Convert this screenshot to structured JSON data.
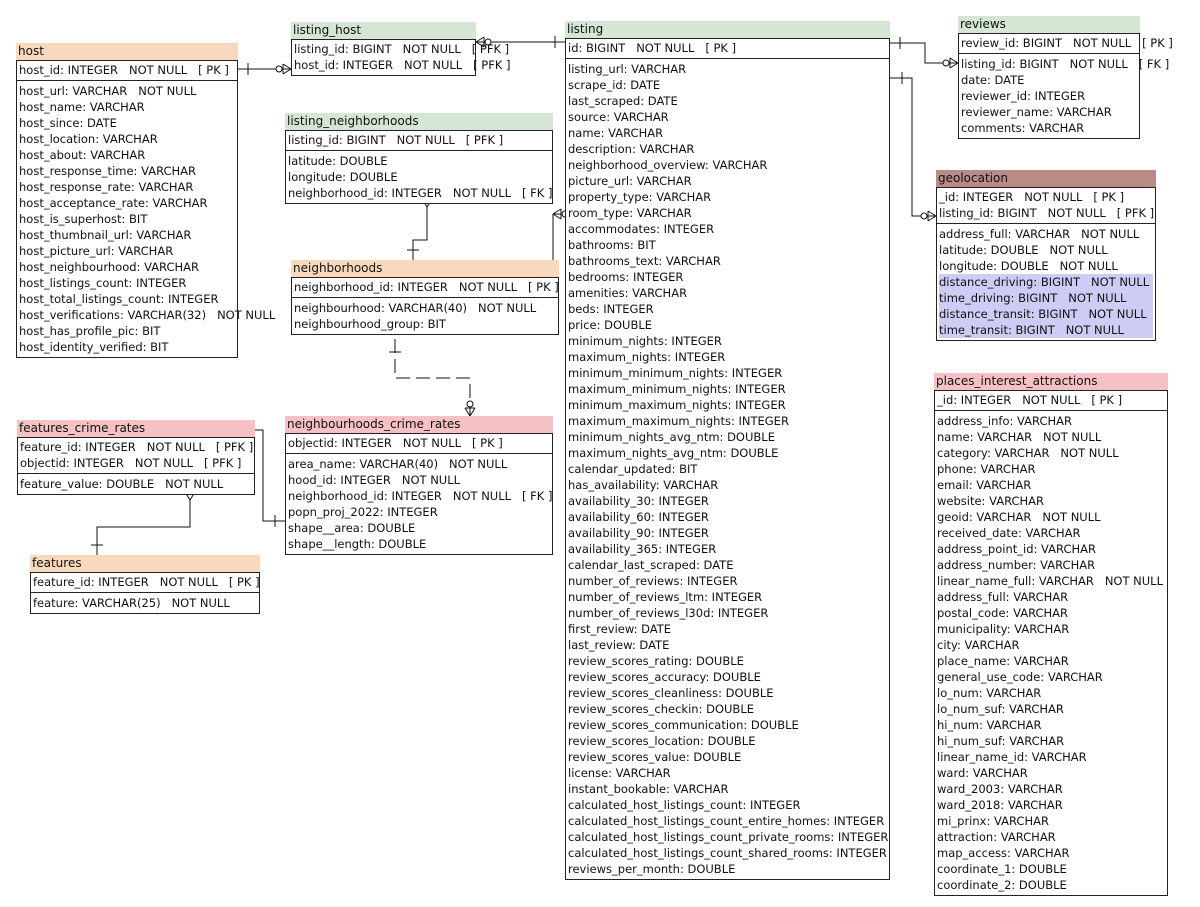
{
  "colors": {
    "green": "#d5e6d5",
    "orange": "#f9d9bd",
    "pink": "#f5c1c4",
    "mauve": "#b98b87",
    "highlight": "#ccccf5"
  },
  "entities": {
    "host": {
      "title": "host",
      "pk": [
        "host_id: INTEGER   NOT NULL   [ PK ]"
      ],
      "attrs": [
        "host_url: VARCHAR   NOT NULL",
        "host_name: VARCHAR",
        "host_since: DATE",
        "host_location: VARCHAR",
        "host_about: VARCHAR",
        "host_response_time: VARCHAR",
        "host_response_rate: VARCHAR",
        "host_acceptance_rate: VARCHAR",
        "host_is_superhost: BIT",
        "host_thumbnail_url: VARCHAR",
        "host_picture_url: VARCHAR",
        "host_neighbourhood: VARCHAR",
        "host_listings_count: INTEGER",
        "host_total_listings_count: INTEGER",
        "host_verifications: VARCHAR(32)   NOT NULL",
        "host_has_profile_pic: BIT",
        "host_identity_verified: BIT"
      ]
    },
    "listing_host": {
      "title": "listing_host",
      "pk": [
        "listing_id: BIGINT   NOT NULL   [ PFK ]",
        "host_id: INTEGER   NOT NULL   [ PFK ]"
      ],
      "attrs": []
    },
    "listing_neighborhoods": {
      "title": "listing_neighborhoods",
      "pk": [
        "listing_id: BIGINT   NOT NULL   [ PFK ]"
      ],
      "attrs": [
        "latitude: DOUBLE",
        "longitude: DOUBLE",
        "neighborhood_id: INTEGER   NOT NULL   [ FK ]"
      ]
    },
    "neighborhoods": {
      "title": "neighborhoods",
      "pk": [
        "neighborhood_id: INTEGER   NOT NULL   [ PK ]"
      ],
      "attrs": [
        "neighbourhood: VARCHAR(40)   NOT NULL",
        "neighbourhood_group: BIT"
      ]
    },
    "features_crime_rates": {
      "title": "features_crime_rates",
      "pk": [
        "feature_id: INTEGER   NOT NULL   [ PFK ]",
        "objectid: INTEGER   NOT NULL   [ PFK ]"
      ],
      "attrs": [
        "feature_value: DOUBLE   NOT NULL"
      ]
    },
    "neighbourhoods_crime_rates": {
      "title": "neighbourhoods_crime_rates",
      "pk": [
        "objectid: INTEGER   NOT NULL   [ PK ]"
      ],
      "attrs": [
        "area_name: VARCHAR(40)   NOT NULL",
        "hood_id: INTEGER   NOT NULL",
        "neighborhood_id: INTEGER   NOT NULL   [ FK ]",
        "popn_proj_2022: INTEGER",
        "shape__area: DOUBLE",
        "shape__length: DOUBLE"
      ]
    },
    "features": {
      "title": "features",
      "pk": [
        "feature_id: INTEGER   NOT NULL   [ PK ]"
      ],
      "attrs": [
        "feature: VARCHAR(25)   NOT NULL"
      ]
    },
    "listing": {
      "title": "listing",
      "pk": [
        "id: BIGINT   NOT NULL   [ PK ]"
      ],
      "attrs": [
        "listing_url: VARCHAR",
        "scrape_id: DATE",
        "last_scraped: DATE",
        "source: VARCHAR",
        "name: VARCHAR",
        "description: VARCHAR",
        "neighborhood_overview: VARCHAR",
        "picture_url: VARCHAR",
        "property_type: VARCHAR",
        "room_type: VARCHAR",
        "accommodates: INTEGER",
        "bathrooms: BIT",
        "bathrooms_text: VARCHAR",
        "bedrooms: INTEGER",
        "amenities: VARCHAR",
        "beds: INTEGER",
        "price: DOUBLE",
        "minimum_nights: INTEGER",
        "maximum_nights: INTEGER",
        "minimum_minimum_nights: INTEGER",
        "maximum_minimum_nights: INTEGER",
        "minimum_maximum_nights: INTEGER",
        "maximum_maximum_nights: INTEGER",
        "minimum_nights_avg_ntm: DOUBLE",
        "maximum_nights_avg_ntm: DOUBLE",
        "calendar_updated: BIT",
        "has_availability: VARCHAR",
        "availability_30: INTEGER",
        "availability_60: INTEGER",
        "availability_90: INTEGER",
        "availability_365: INTEGER",
        "calendar_last_scraped: DATE",
        "number_of_reviews: INTEGER",
        "number_of_reviews_ltm: INTEGER",
        "number_of_reviews_l30d: INTEGER",
        "first_review: DATE",
        "last_review: DATE",
        "review_scores_rating: DOUBLE",
        "review_scores_accuracy: DOUBLE",
        "review_scores_cleanliness: DOUBLE",
        "review_scores_checkin: DOUBLE",
        "review_scores_communication: DOUBLE",
        "review_scores_location: DOUBLE",
        "review_scores_value: DOUBLE",
        "license: VARCHAR",
        "instant_bookable: VARCHAR",
        "calculated_host_listings_count: INTEGER",
        "calculated_host_listings_count_entire_homes: INTEGER",
        "calculated_host_listings_count_private_rooms: INTEGER",
        "calculated_host_listings_count_shared_rooms: INTEGER",
        "reviews_per_month: DOUBLE"
      ]
    },
    "reviews": {
      "title": "reviews",
      "pk": [
        "review_id: BIGINT   NOT NULL   [ PK ]"
      ],
      "attrs": [
        "listing_id: BIGINT   NOT NULL   [ FK ]",
        "date: DATE",
        "reviewer_id: INTEGER",
        "reviewer_name: VARCHAR",
        "comments: VARCHAR"
      ]
    },
    "geolocation": {
      "title": "geolocation",
      "pk": [
        "_id: INTEGER   NOT NULL   [ PK ]",
        "listing_id: BIGINT   NOT NULL   [ PFK ]"
      ],
      "attrs": [
        "address_full: VARCHAR   NOT NULL",
        "latitude: DOUBLE   NOT NULL",
        "longitude: DOUBLE   NOT NULL",
        "distance_driving: BIGINT   NOT NULL",
        "time_driving: BIGINT   NOT NULL",
        "distance_transit: BIGINT   NOT NULL",
        "time_transit: BIGINT   NOT NULL"
      ],
      "highlighted_attrs": [
        "distance_driving: BIGINT   NOT NULL",
        "time_driving: BIGINT   NOT NULL",
        "distance_transit: BIGINT   NOT NULL",
        "time_transit: BIGINT   NOT NULL"
      ]
    },
    "places_interest_attractions": {
      "title": "places_interest_attractions",
      "pk": [
        "_id: INTEGER   NOT NULL   [ PK ]"
      ],
      "attrs": [
        "address_info: VARCHAR",
        "name: VARCHAR   NOT NULL",
        "category: VARCHAR   NOT NULL",
        "phone: VARCHAR",
        "email: VARCHAR",
        "website: VARCHAR",
        "geoid: VARCHAR   NOT NULL",
        "received_date: VARCHAR",
        "address_point_id: VARCHAR",
        "address_number: VARCHAR",
        "linear_name_full: VARCHAR   NOT NULL",
        "address_full: VARCHAR",
        "postal_code: VARCHAR",
        "municipality: VARCHAR",
        "city: VARCHAR",
        "place_name: VARCHAR",
        "general_use_code: VARCHAR",
        "lo_num: VARCHAR",
        "lo_num_suf: VARCHAR",
        "hi_num: VARCHAR",
        "hi_num_suf: VARCHAR",
        "linear_name_id: VARCHAR",
        "ward: VARCHAR",
        "ward_2003: VARCHAR",
        "ward_2018: VARCHAR",
        "mi_prinx: VARCHAR",
        "attraction: VARCHAR",
        "map_access: VARCHAR",
        "coordinate_1: DOUBLE",
        "coordinate_2: DOUBLE"
      ]
    }
  }
}
